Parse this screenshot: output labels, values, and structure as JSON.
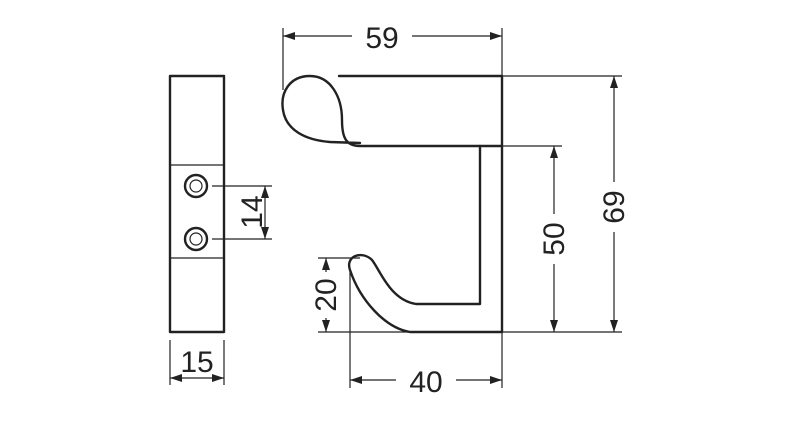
{
  "drawing": {
    "dimensions": {
      "overall_width": "59",
      "overall_height": "69",
      "hook_height": "50",
      "lower_hook_height": "20",
      "lower_hook_width": "40",
      "hole_spacing": "14",
      "base_depth": "15"
    },
    "colors": {
      "line": "#222222",
      "background": "#ffffff"
    }
  }
}
